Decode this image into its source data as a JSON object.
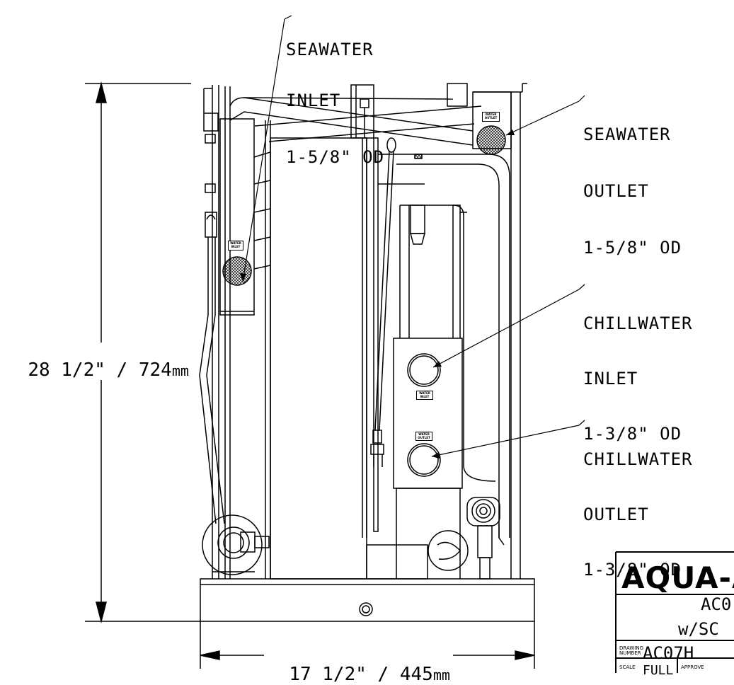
{
  "callouts": {
    "seawater_inlet": {
      "line1": "SEAWATER",
      "line2": "INLET",
      "line3": "1-5/8\" OD"
    },
    "seawater_outlet": {
      "line1": "SEAWATER",
      "line2": "OUTLET",
      "line3": "1-5/8\" OD"
    },
    "chillwater_inlet": {
      "line1": "CHILLWATER",
      "line2": "INLET",
      "line3": "1-3/8\" OD"
    },
    "chillwater_outlet": {
      "line1": "CHILLWATER",
      "line2": "OUTLET",
      "line3": "1-3/8\" OD"
    }
  },
  "dimensions": {
    "height": {
      "value": "28 1/2\" / 724",
      "unit": "mm"
    },
    "width": {
      "value": "17 1/2\" / 445",
      "unit": "mm"
    }
  },
  "unit_labels": {
    "water_inlet": "WATER\nINLET",
    "water_outlet": "WATER\nOUTLET"
  },
  "title_block": {
    "logo": "AQUA-A",
    "model_line1": "AC0",
    "model_line2": "w/SC",
    "drawing_number_label": "DRAWING\nNUMBER",
    "drawing_number": "AC07H",
    "scale_label": "SCALE",
    "scale_value": "FULL",
    "approved_label": "APPROVE"
  },
  "colors": {
    "line": "#000000",
    "background": "#ffffff"
  }
}
